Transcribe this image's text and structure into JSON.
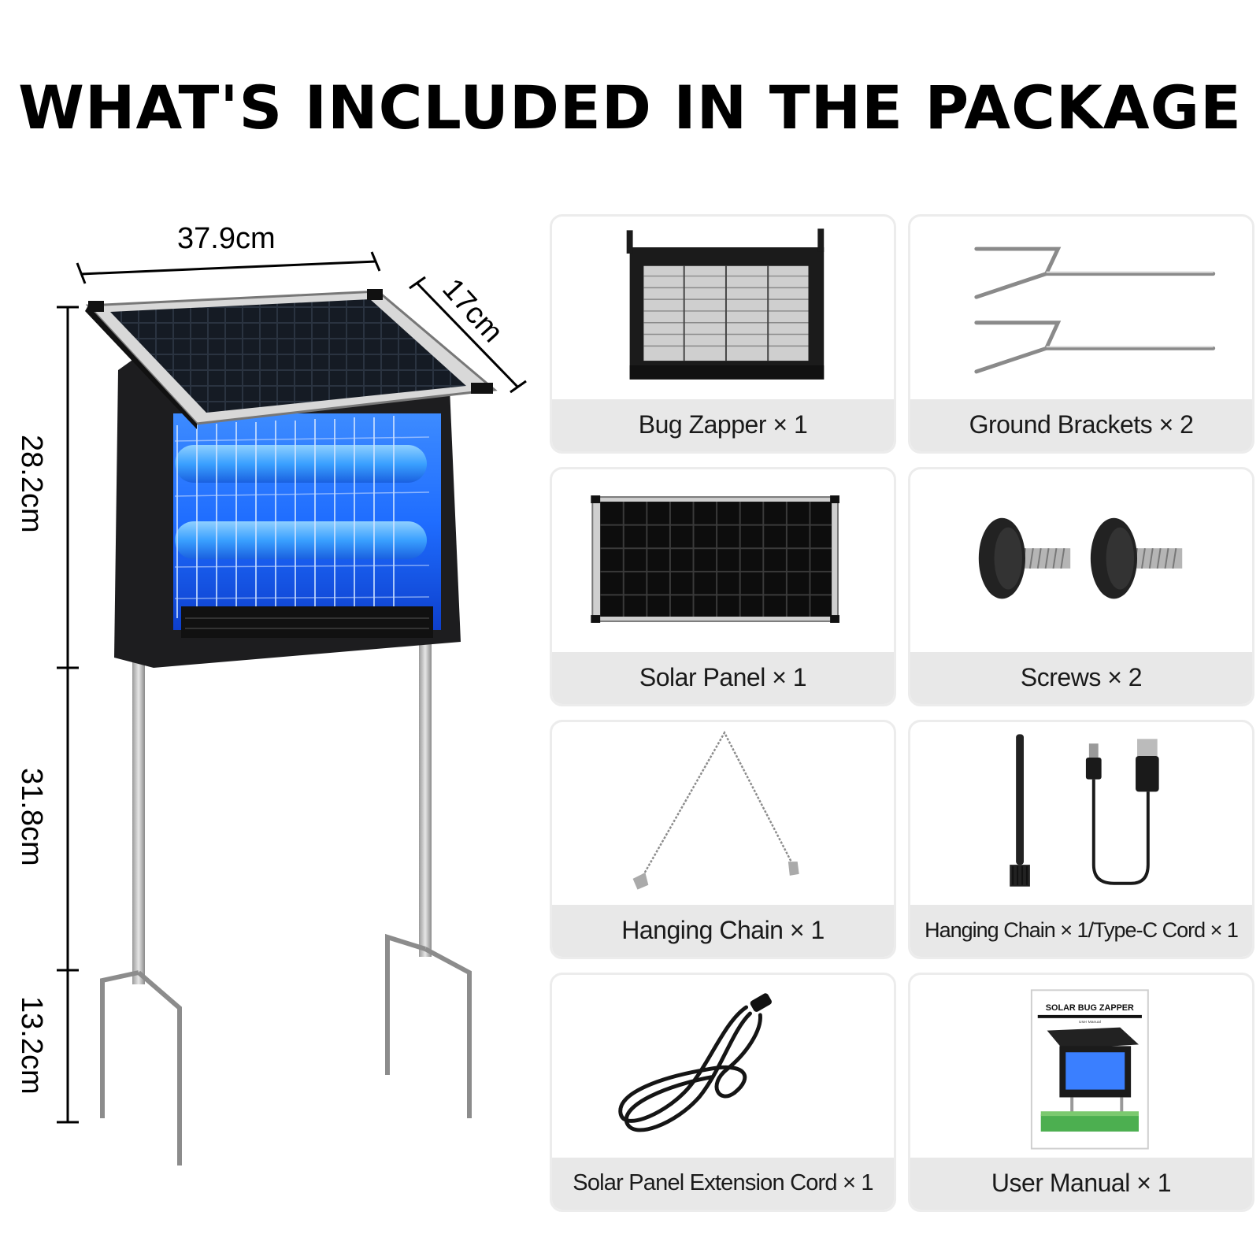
{
  "title": "WHAT'S INCLUDED IN THE PACKAGE",
  "dimensions": {
    "width": "37.9cm",
    "depth": "17cm",
    "body_height": "28.2cm",
    "stake_height": "31.8cm",
    "spike_height": "13.2cm"
  },
  "items": [
    {
      "label": "Bug Zapper × 1",
      "icon": "bug-zapper-icon"
    },
    {
      "label": "Ground Brackets × 2",
      "icon": "ground-bracket-icon"
    },
    {
      "label": "Solar Panel × 1",
      "icon": "solar-panel-icon"
    },
    {
      "label": "Screws × 2",
      "icon": "screw-icon"
    },
    {
      "label": "Hanging Chain × 1",
      "icon": "chain-icon"
    },
    {
      "label": "Hanging Chain × 1/Type-C Cord × 1",
      "icon": "brush-cable-icon"
    },
    {
      "label": "Solar Panel Extension Cord × 1",
      "icon": "extension-cord-icon"
    },
    {
      "label": "User Manual × 1",
      "icon": "manual-icon"
    }
  ],
  "manual": {
    "title": "SOLAR BUG ZAPPER",
    "subtitle": "User Manual"
  },
  "colors": {
    "uv_blue": "#2b7bff",
    "label_bg": "#e8e8e8",
    "frame_black": "#1b1b1b"
  }
}
